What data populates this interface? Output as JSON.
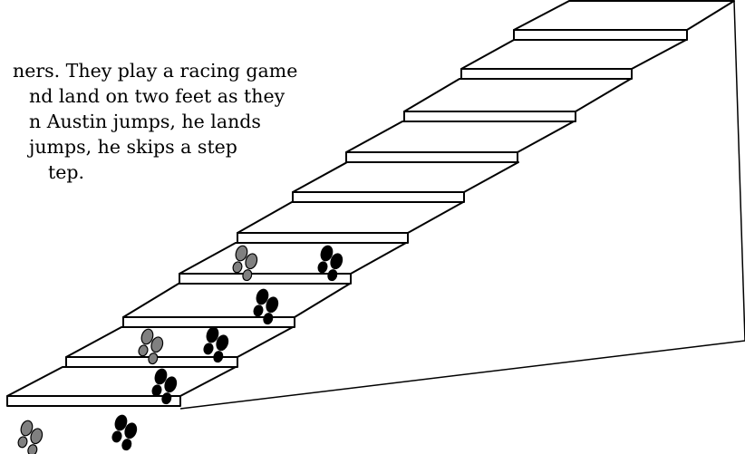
{
  "text": {
    "lines": [
      "ners.  They play a racing game",
      "nd land on two feet as they",
      "n Austin jumps, he lands",
      " jumps, he skips a step",
      "tep."
    ]
  },
  "colors": {
    "austin_feet": "#808080",
    "other_feet": "#000000",
    "lines": "#000000"
  },
  "icons": {
    "austin_feet": "gray-footprints-icon",
    "other_feet": "black-footprints-icon"
  },
  "diagram": {
    "step_count": 10,
    "austin_landed_steps": [
      0,
      2,
      4
    ],
    "other_landed_steps": [
      0,
      1,
      2,
      3,
      4
    ]
  }
}
